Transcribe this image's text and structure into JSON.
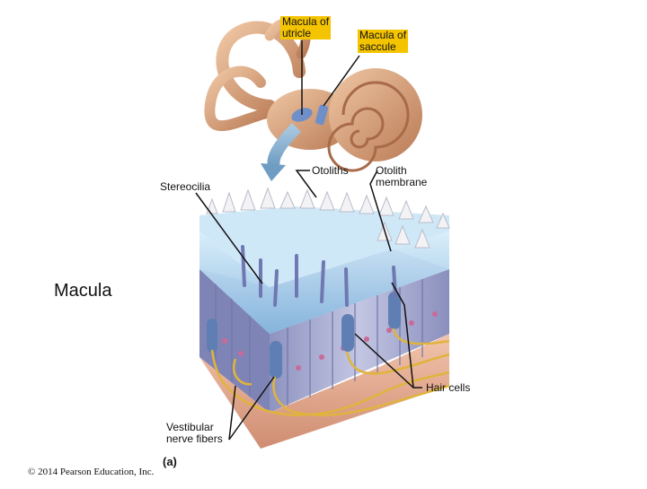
{
  "labels": {
    "macula_utricle": "Macula of\nutricle",
    "macula_saccule": "Macula of\nsaccule",
    "otoliths": "Otoliths",
    "otolith_membrane": "Otolith\nmembrane",
    "stereocilia": "Stereocilia",
    "macula": "Macula",
    "hair_cells": "Hair cells",
    "vestibular_nerve_fibers": "Vestibular\nnerve fibers",
    "figure_letter": "(a)",
    "copyright": "© 2014 Pearson Education, Inc."
  },
  "colors": {
    "highlight": "#f4c400",
    "membrane": "#9ec9e6",
    "cell_body": "#9aa0c8",
    "tissue": "#e3a98c",
    "nerve": "#e0b43c",
    "ear": "#d9a27a"
  }
}
